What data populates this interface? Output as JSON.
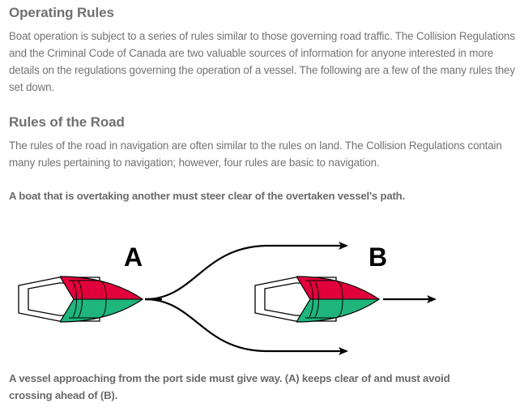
{
  "sections": {
    "operating_rules": {
      "heading": "Operating Rules",
      "body": "Boat operation is subject to a series of rules similar to those governing road traffic. The Collision Regulations and the Criminal Code of Canada are two valuable sources of information for anyone interested in more details on the regulations governing the operation of a vessel. The following are a few of the many rules they set down."
    },
    "rules_of_road": {
      "heading": "Rules of the Road",
      "body": "The rules of the road in navigation are often similar to the rules on land. The Collision Regulations contain many rules pertaining to navigation; however, four rules are basic to navigation."
    }
  },
  "rules": [
    "A boat that is overtaking another must steer clear of the overtaken vessel's path.",
    "A vessel approaching from the port side must give way. (A) keeps clear of and must avoid crossing ahead of (B)."
  ],
  "diagram": {
    "labels": {
      "a": "A",
      "b": "B"
    },
    "colors": {
      "port": "#e2003c",
      "starboard": "#1fb57c",
      "hull": "#ffffff",
      "outline": "#000000"
    }
  }
}
